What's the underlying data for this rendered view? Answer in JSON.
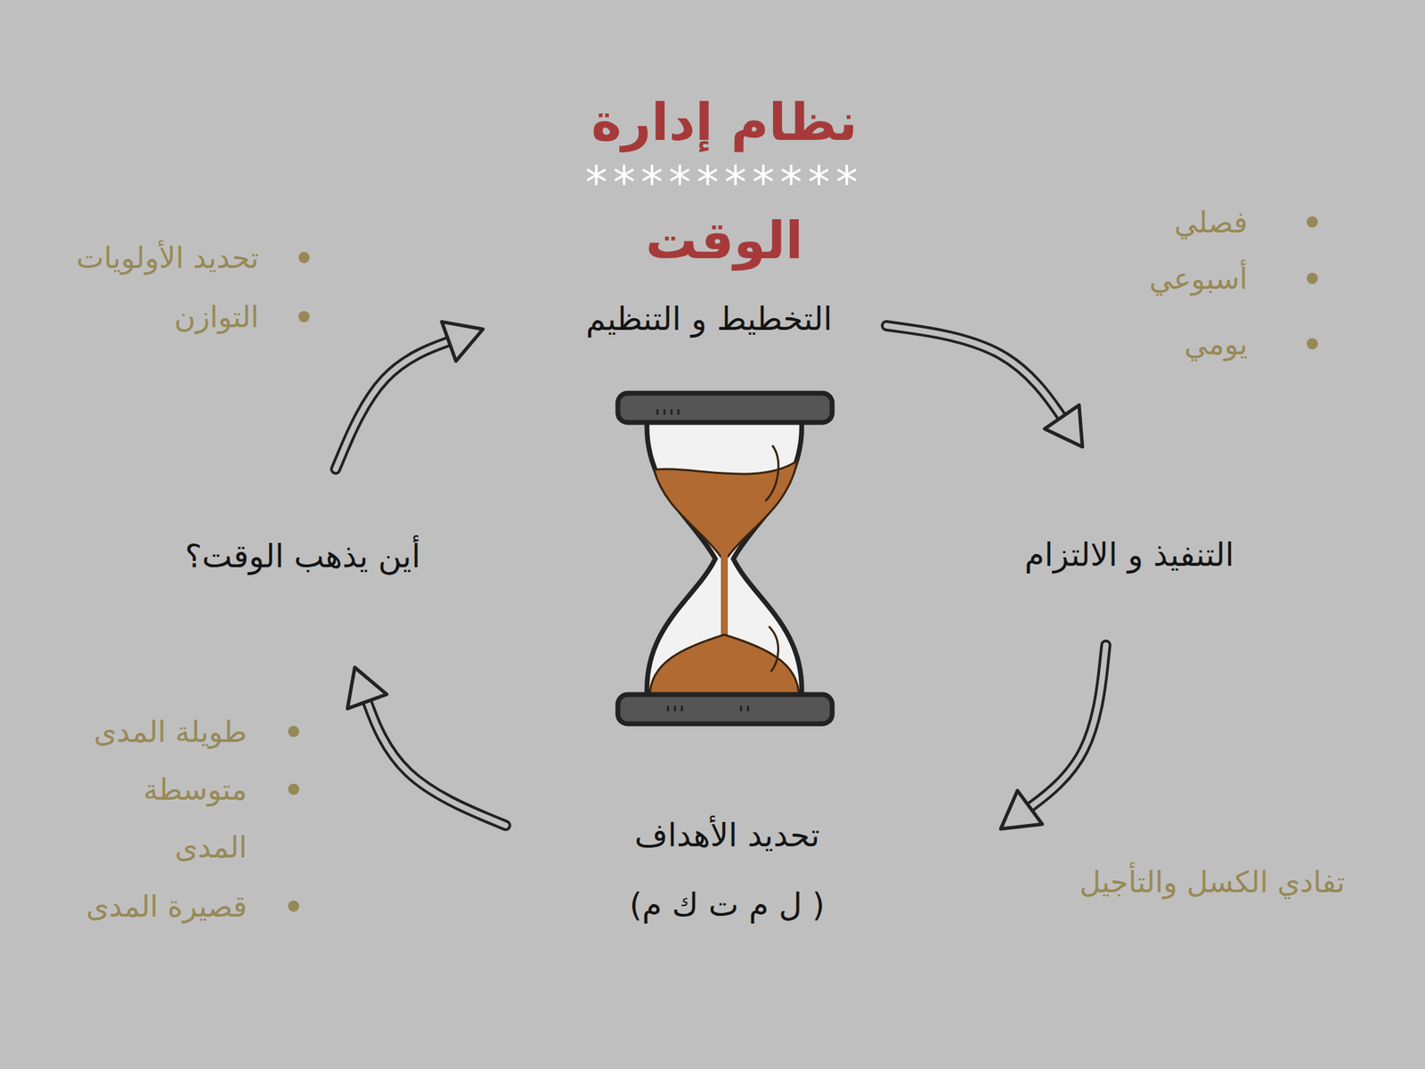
{
  "diagram": {
    "title": "نظام إدارة الوقت",
    "nodes": [
      {
        "text": [
          "التخطيط و التنظيم"
        ]
      },
      {
        "text": [
          "التنفيذ و الالتزام"
        ]
      },
      {
        "text": [
          "تحديد الأهداف",
          "( ل م ت ك م)"
        ]
      },
      {
        "text": [
          "أين يذهب الوقت؟"
        ]
      }
    ],
    "edges": [
      {
        "from": 0,
        "to": 1,
        "arrow": "to"
      },
      {
        "from": 1,
        "to": 2,
        "arrow": "to"
      },
      {
        "from": 2,
        "to": 3,
        "arrow": "to"
      },
      {
        "from": 3,
        "to": 0,
        "arrow": "to"
      }
    ],
    "labels": [
      "**********",
      "فصلي",
      "أسبوعي",
      "يومي",
      "تفادي الكسل والتأجيل",
      "تحديد الأولويات",
      "التوازن",
      "طويلة المدى",
      "متوسطة المدى",
      "قصيرة المدى"
    ]
  }
}
